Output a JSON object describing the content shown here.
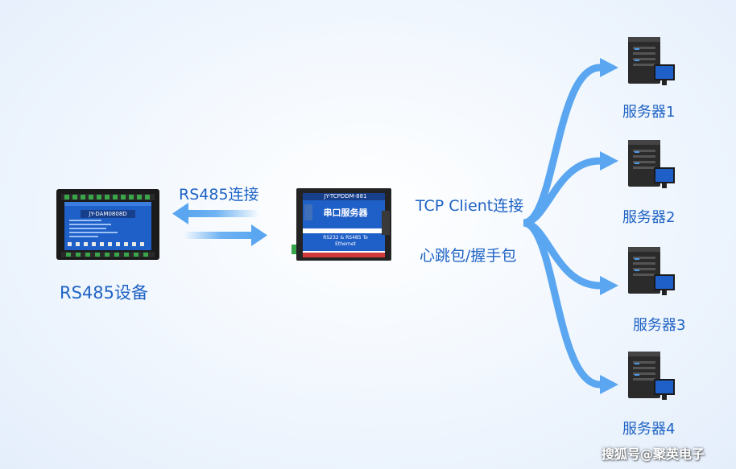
{
  "diagram": {
    "rs485_device": {
      "caption": "RS485设备",
      "module_label": "JY-DAM0808D"
    },
    "link_left": {
      "label": "RS485连接"
    },
    "serial_server": {
      "header": "JY-TCPDDM-881",
      "title": "串口服务器",
      "footer_line1": "RS232 & RS485 To",
      "footer_line2": "Ethernet"
    },
    "link_right": {
      "label": "TCP Client连接",
      "sublabel": "心跳包/握手包"
    },
    "servers": [
      {
        "label": "服务器1"
      },
      {
        "label": "服务器2"
      },
      {
        "label": "服务器3"
      },
      {
        "label": "服务器4"
      }
    ],
    "watermark": "搜狐号@聚英电子",
    "colors": {
      "accent": "#1e63c4",
      "arrow": "#5aa6f0",
      "device_blue": "#1f5fc8",
      "server_dark": "#2b2b2b"
    }
  }
}
